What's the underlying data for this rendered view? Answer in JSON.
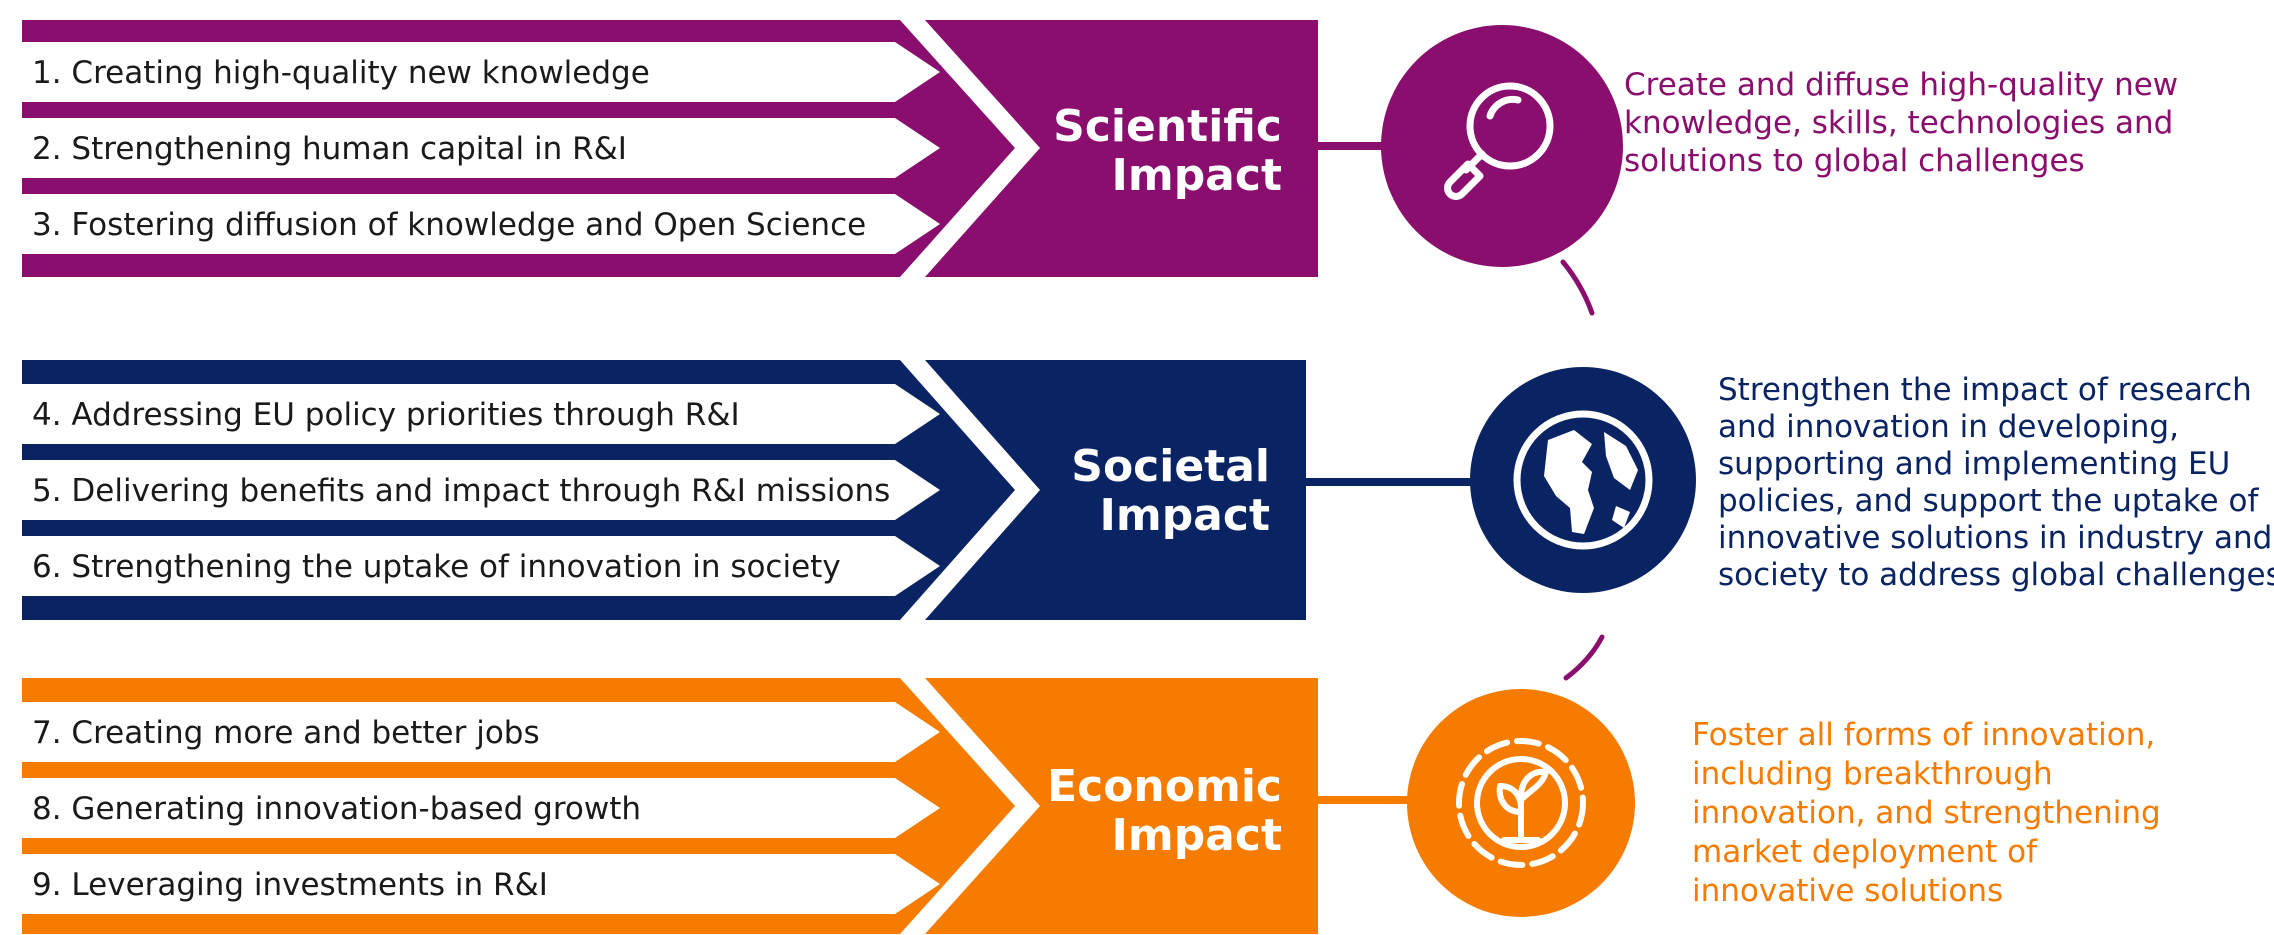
{
  "colors": {
    "scientific": "#8a0e6e",
    "societal": "#0a2463",
    "economic": "#f57c00"
  },
  "sections": [
    {
      "key": "scientific",
      "impact_title": [
        "Scientific",
        "Impact"
      ],
      "icon": "magnifier-icon",
      "pathways": [
        "1. Creating high-quality new knowledge",
        "2. Strengthening  human capital in R&I",
        "3. Fostering diffusion of knowledge and Open Science"
      ],
      "description": [
        "Create and diffuse high-quality new",
        "knowledge, skills, technologies and",
        "solutions to global challenges"
      ]
    },
    {
      "key": "societal",
      "impact_title": [
        "Societal",
        "Impact"
      ],
      "icon": "globe-icon",
      "pathways": [
        "4. Addressing  EU policy  priorities  through  R&I",
        "5. Delivering  benefits and impact through R&I missions",
        "6. Strengthening  the uptake of innovation in society"
      ],
      "description": [
        "Strengthen  the impact of research",
        "and innovation in developing,",
        "supporting and implementing EU",
        "policies, and support the uptake of",
        "innovative solutions in industry  and",
        "society to address global challenges"
      ]
    },
    {
      "key": "economic",
      "impact_title": [
        "Economic",
        "Impact"
      ],
      "icon": "gear-plant-icon",
      "pathways": [
        "7. Creating more and better jobs",
        "8. Generating innovation-based growth",
        "9. Leveraging investments in R&I"
      ],
      "description": [
        "Foster all forms of innovation,",
        "including breakthrough",
        "innovation, and strengthening",
        "market deployment of",
        "innovative solutions"
      ]
    }
  ]
}
